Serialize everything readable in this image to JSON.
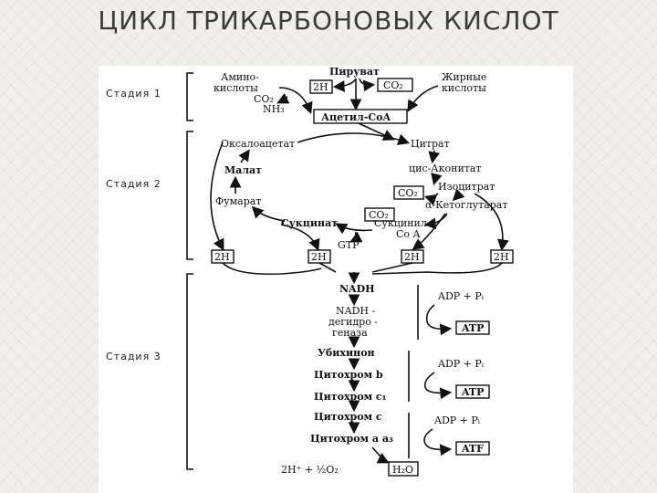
{
  "title": "ЦИКЛ ТРИКАРБОНОВЫХ КИСЛОТ",
  "stages": {
    "s1": "Стадия 1",
    "s2": "Стадия 2",
    "s3": "Стадия 3"
  },
  "stage1": {
    "pyruvate": "Пируват",
    "co2": "CO₂",
    "two_h": "2H",
    "amino_1": "Амино-",
    "amino_2": "кислоты",
    "co2_nh3_1": "CO₂",
    "co2_nh3_2": "NH₃",
    "fatty_1": "Жирные",
    "fatty_2": "кислоты",
    "acetyl_coa": "Ацетил-CoA"
  },
  "stage2": {
    "oxaloacetate": "Оксалоацетат",
    "citrate": "Цитрат",
    "cis_aconitate": "цис-Аконитат",
    "isocitrate": "Изоцитрат",
    "co2_a": "CO₂",
    "alpha_kg": "α-Кетоглутарат",
    "malate": "Малат",
    "fumarate": "Фумарат",
    "succinate": "Сукцинат",
    "succinyl_1": "Сукцинил-",
    "succinyl_2": "Co A",
    "co2_b": "CO₂",
    "gtp": "GTP",
    "h_left": "2H",
    "h_mid1": "2H",
    "h_mid2": "2H",
    "h_right": "2H"
  },
  "stage3": {
    "nadh": "NADH",
    "nadh_dh_1": "NADH -",
    "nadh_dh_2": "дегидро -",
    "nadh_dh_3": "геназа",
    "ubiquinone": "Убихинон",
    "cyt_b": "Цитохром b",
    "cyt_c1": "Цитохром c₁",
    "cyt_c": "Цитохром c",
    "cyt_aa3": "Цитохром a a₃",
    "final": "2H⁺ + ½O₂",
    "water": "H₂O",
    "adp1": "ADP + Pᵢ",
    "atp1": "ATP",
    "adp2": "ADP + Pᵢ",
    "atp2": "ATP",
    "adp3": "ADP + Pᵢ",
    "atp3": "ATF"
  }
}
